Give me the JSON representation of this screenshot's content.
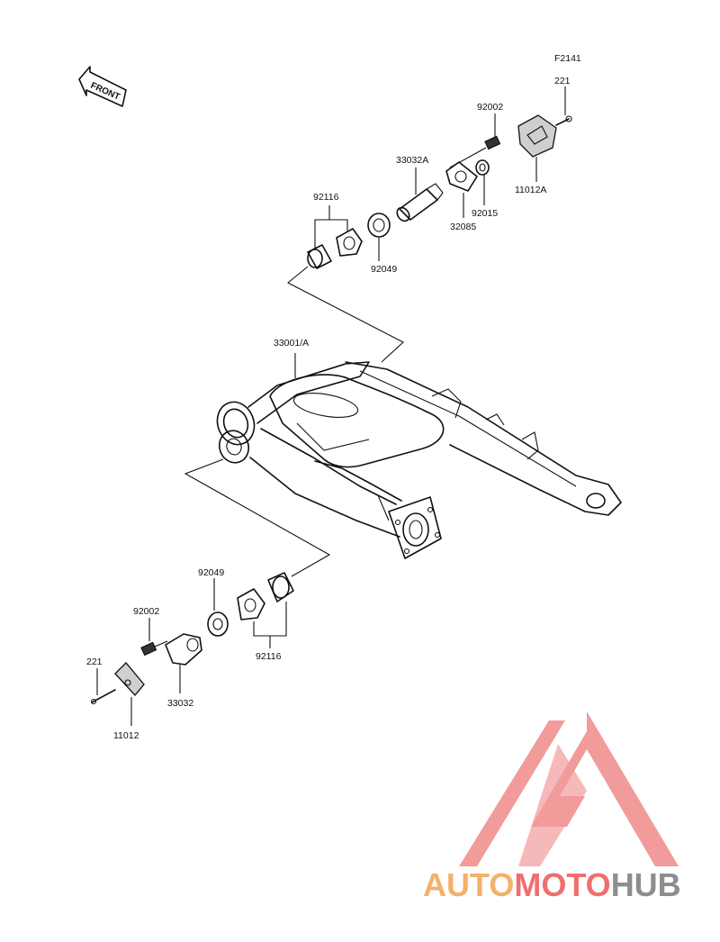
{
  "diagram": {
    "figure_code": "F2141",
    "front_label": "FRONT",
    "parts": {
      "p221_top": "221",
      "p92002_top": "92002",
      "p11012A": "11012A",
      "p33032A": "33032A",
      "p32085": "32085",
      "p92015": "92015",
      "p92116_top": "92116",
      "p92049_top": "92049",
      "p33001A": "33001/A",
      "p92049_bottom": "92049",
      "p92002_bottom": "92002",
      "p221_bottom": "221",
      "p33032": "33032",
      "p92116_bottom": "92116",
      "p11012": "11012"
    }
  },
  "watermark": {
    "part1": "AUTO",
    "part2": "MOTO",
    "part3": "HUB",
    "colors": {
      "orange": "#f3b16a",
      "red": "#ef6f6f",
      "gray": "#8e8e8e",
      "logo": "#f08a8a"
    }
  }
}
